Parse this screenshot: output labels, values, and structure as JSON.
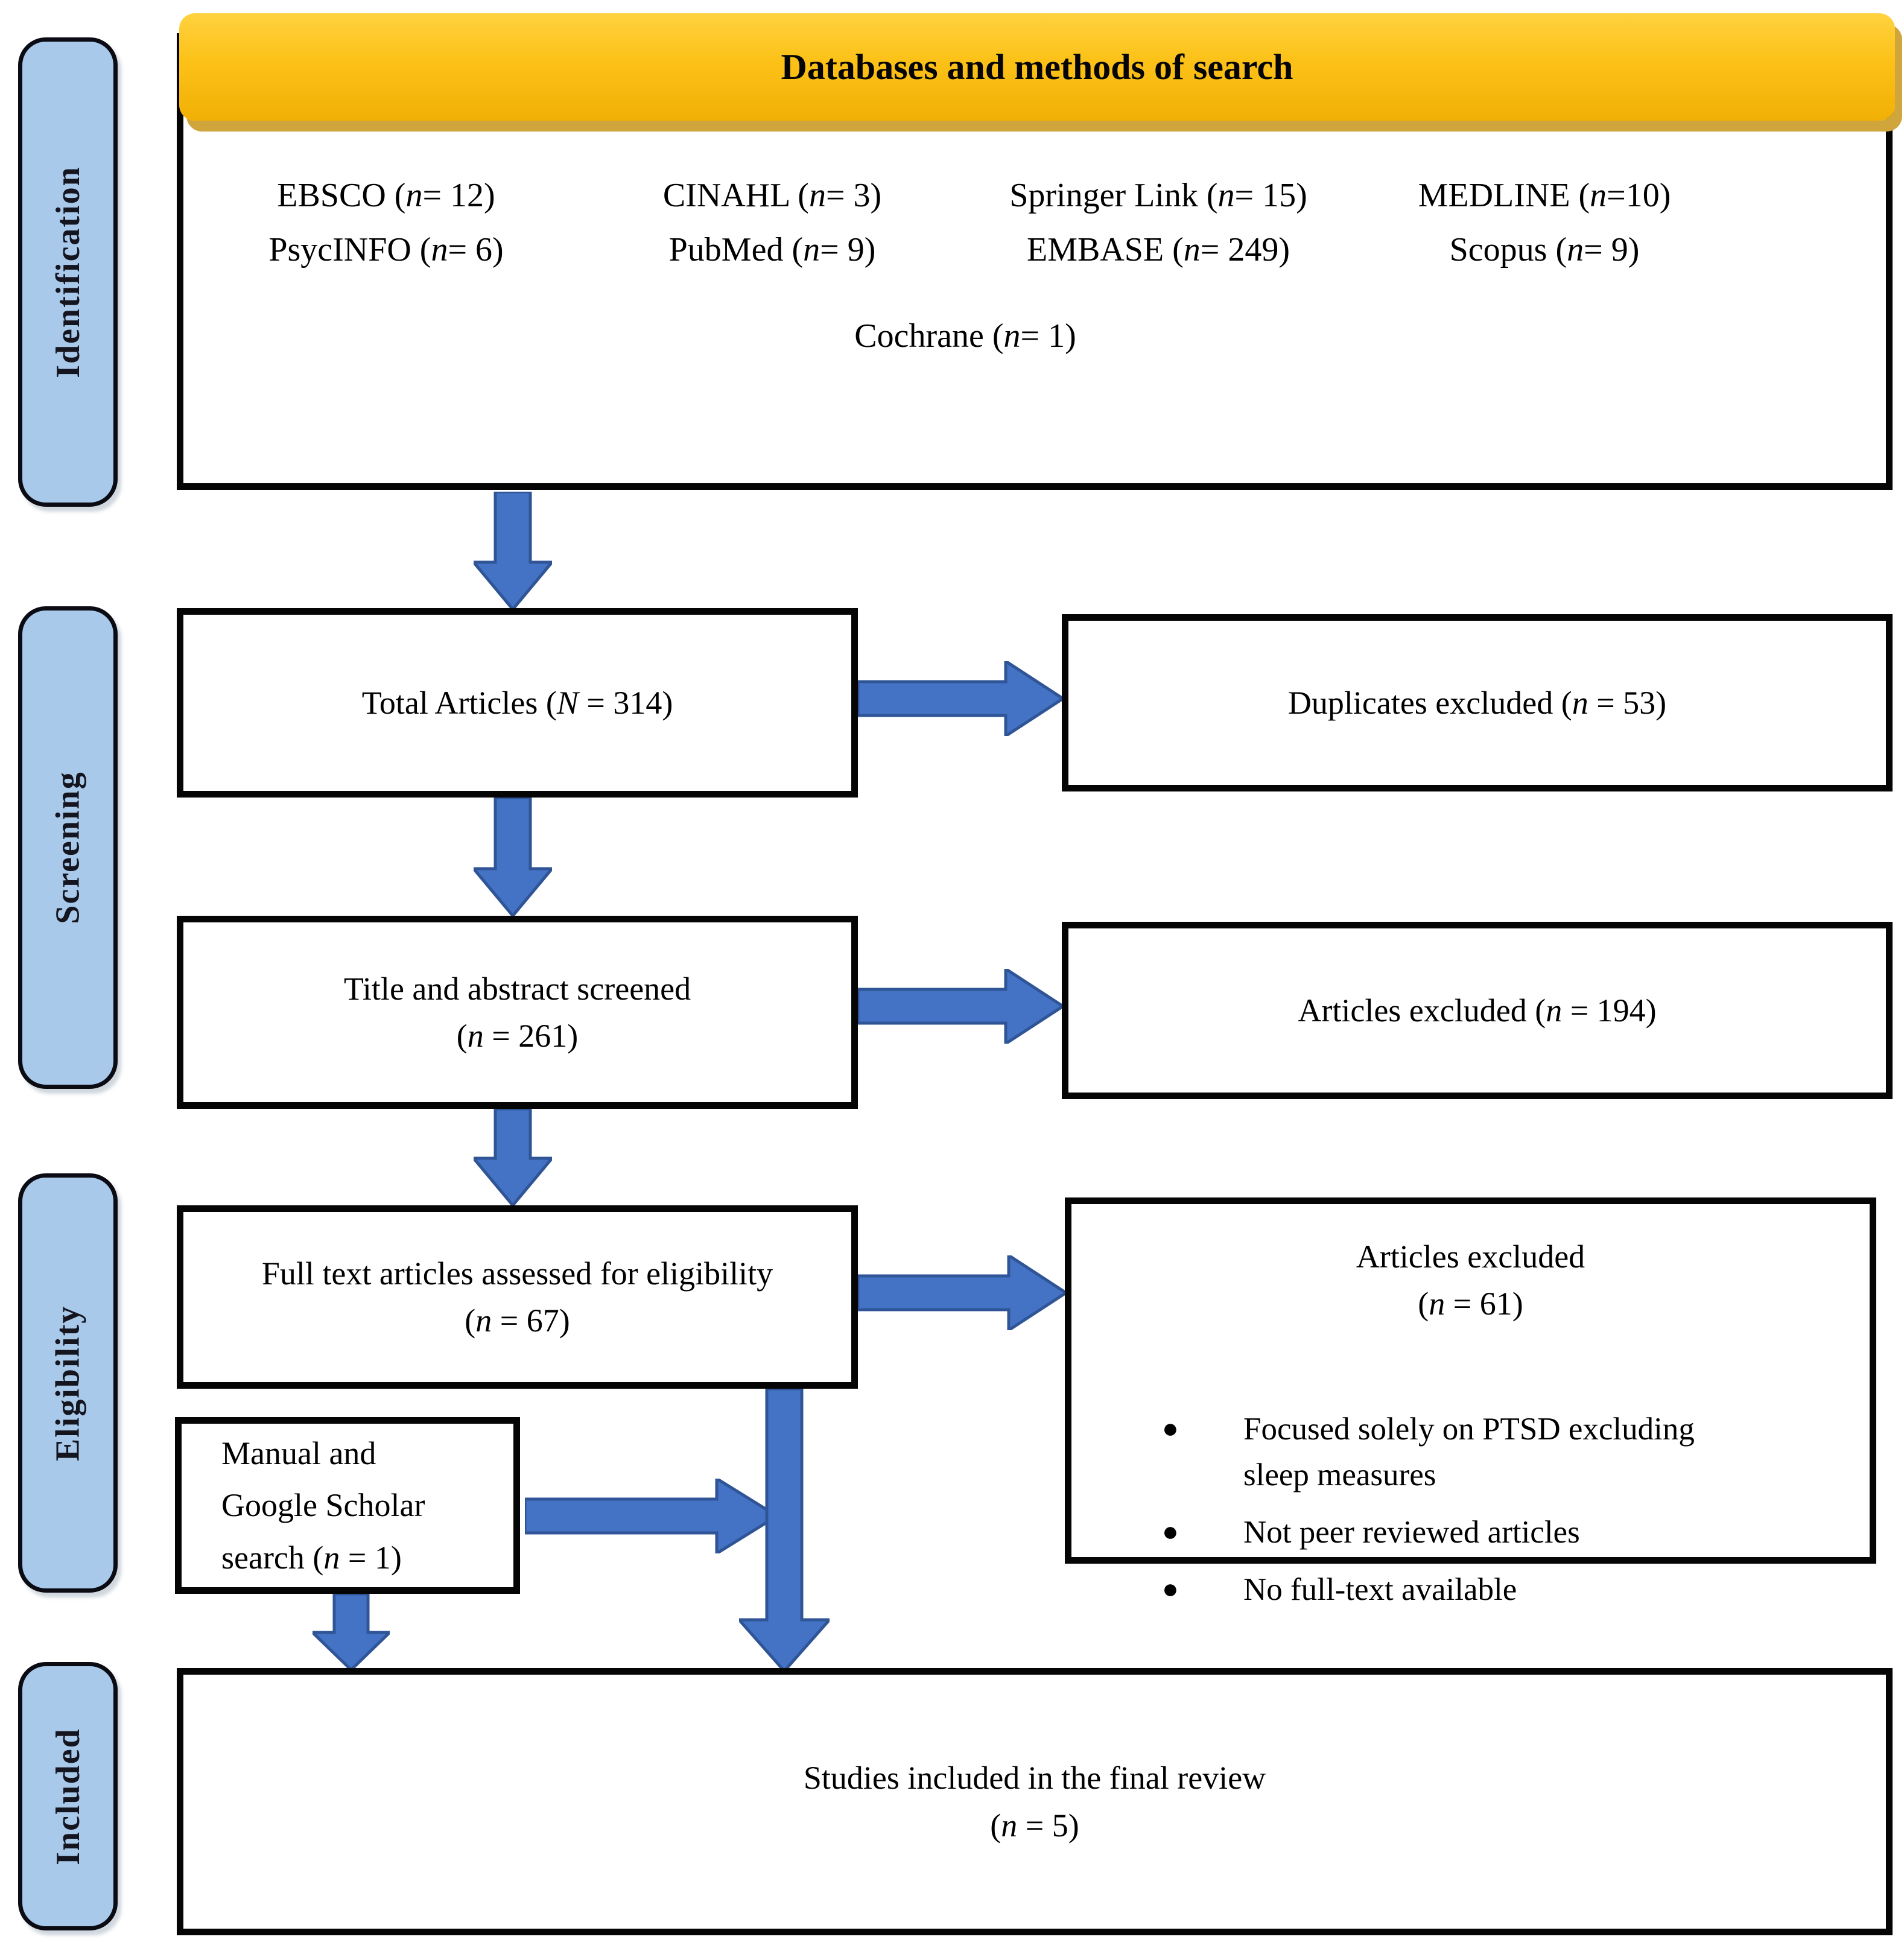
{
  "colors": {
    "header_fill": "#FCC117",
    "header_shadow": "#CFA53C",
    "stage_fill": "#A9C9EA",
    "arrow_fill": "#4472C4",
    "arrow_stroke": "#2F5597",
    "box_border": "#000000"
  },
  "stages": [
    {
      "label": "Identification"
    },
    {
      "label": "Screening"
    },
    {
      "label": "Eligibility"
    },
    {
      "label": "Included"
    }
  ],
  "header": {
    "title": "Databases and methods of search"
  },
  "databases": {
    "row1": [
      "EBSCO (n = 12)",
      "CINAHL (n = 3)",
      "Springer Link (n = 15)",
      "MEDLINE (n =10)"
    ],
    "row2": [
      "PsycINFO (n = 6)",
      "PubMed (n = 9)",
      "EMBASE (n = 249)",
      "Scopus (n = 9)"
    ],
    "center": "Cochrane (n= 1)"
  },
  "flow": {
    "total": "Total Articles (N = 314)",
    "duplicates_excluded": "Duplicates excluded (n = 53)",
    "screened": {
      "line1": "Title and abstract screened",
      "line2": "(n = 261)"
    },
    "articles_excluded_screening": "Articles excluded (n = 194)",
    "fulltext": {
      "line1": "Full text articles assessed for eligibility",
      "line2": "(n = 67)"
    },
    "articles_excluded_eligibility": {
      "title": "Articles excluded",
      "count": "(n = 61)",
      "reasons": [
        "Focused solely on PTSD excluding sleep measures",
        "Not peer reviewed articles",
        "No full-text available"
      ]
    },
    "manual_search": {
      "lines": [
        "Manual and",
        "Google Scholar",
        "search (n = 1)"
      ]
    },
    "included": {
      "line1": "Studies included in the final review",
      "line2": "(n = 5)"
    }
  }
}
